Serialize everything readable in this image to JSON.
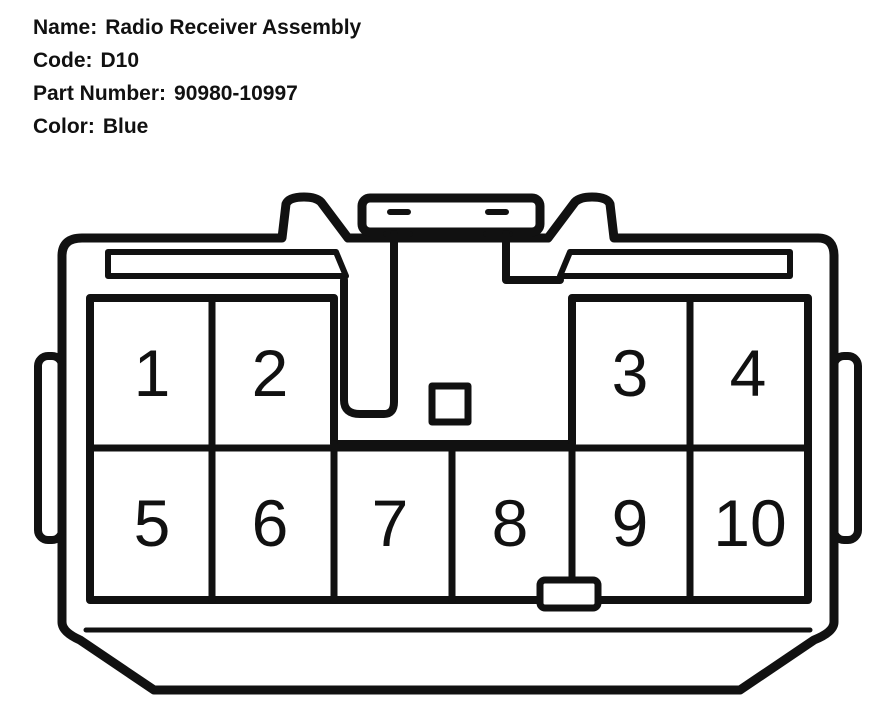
{
  "connector_info": {
    "name_label": "Name:",
    "name_value": "Radio Receiver Assembly",
    "code_label": "Code:",
    "code_value": "D10",
    "part_label": "Part Number:",
    "part_value": "90980-10997",
    "color_label": "Color:",
    "color_value": "Blue"
  },
  "pins": [
    "1",
    "2",
    "3",
    "4",
    "5",
    "6",
    "7",
    "8",
    "9",
    "10"
  ],
  "colors": {
    "line": "#111111",
    "background": "#ffffff"
  }
}
